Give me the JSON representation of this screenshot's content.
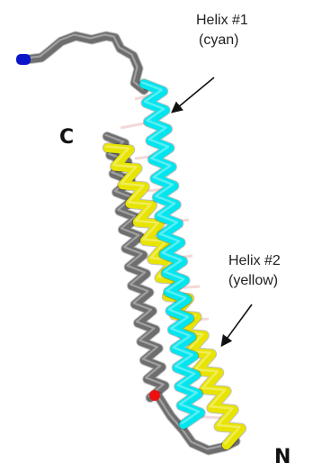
{
  "annotations": {
    "helix1": {
      "line1": "Helix #1",
      "line2": "(cyan)"
    },
    "helix2": {
      "line1": "Helix #2",
      "line2": "(yellow)"
    }
  },
  "termini": {
    "c": "C",
    "n": "N"
  },
  "colors": {
    "helix1": "#00e5ee",
    "helix2": "#e8e400",
    "coil": "#6e6e6e",
    "bonds": "#f3d9d9",
    "blue_cap": "#0a14c8",
    "red_marker": "#ee1010",
    "arrow": "#111111"
  }
}
